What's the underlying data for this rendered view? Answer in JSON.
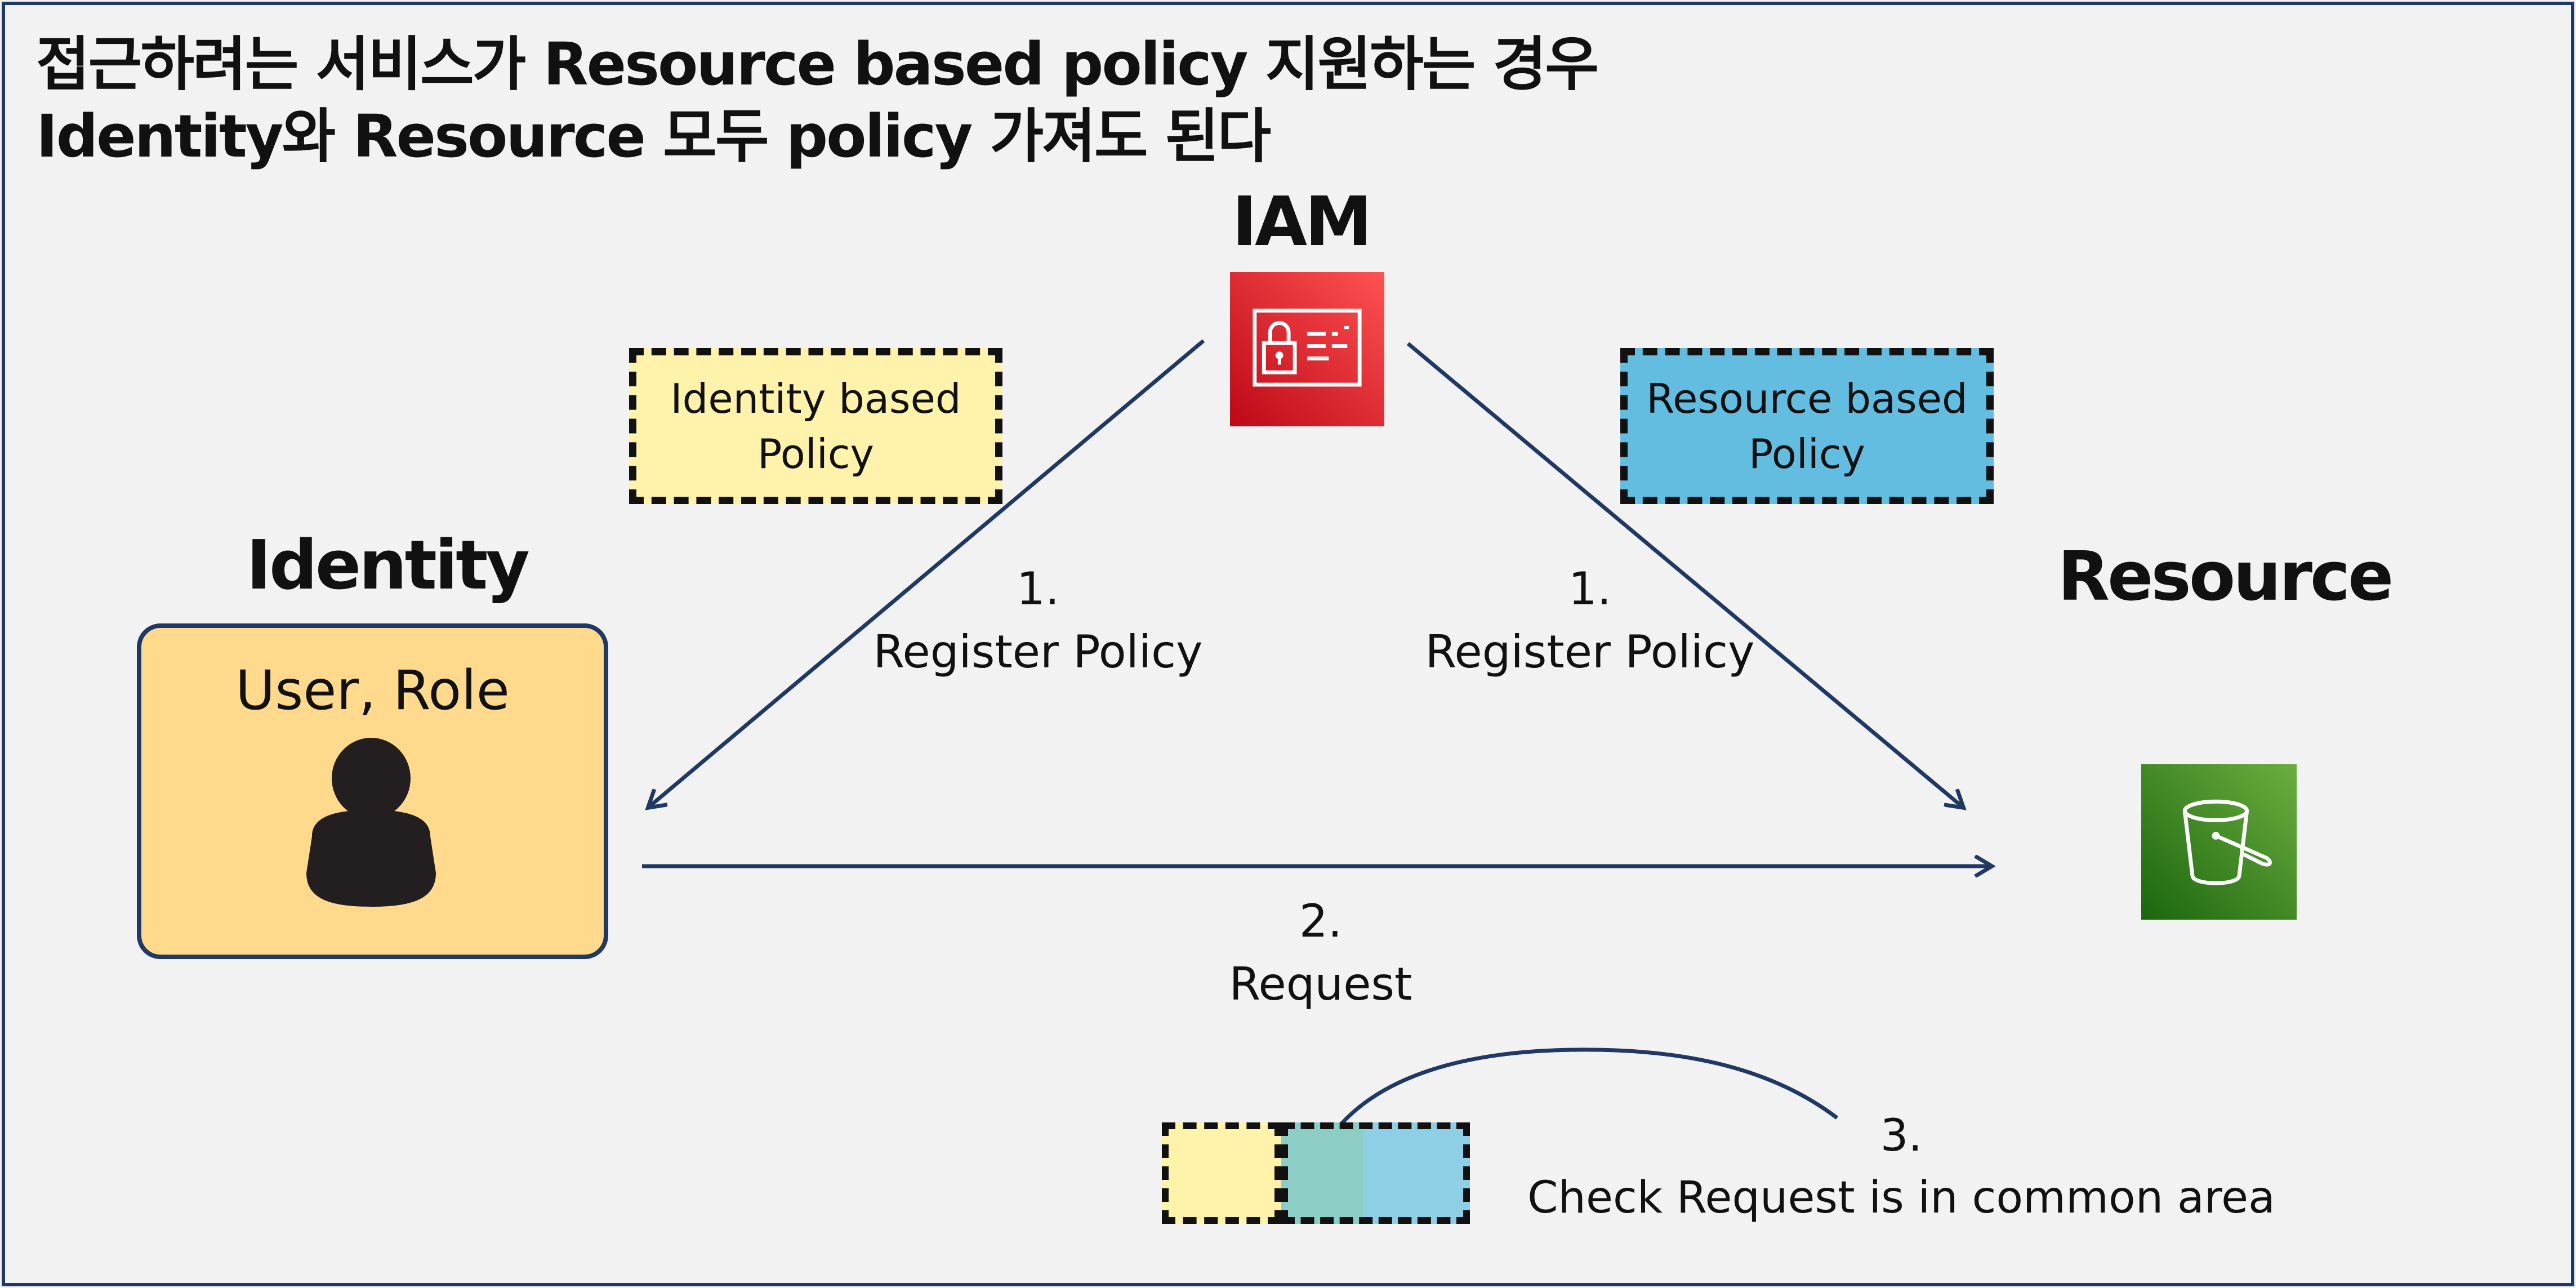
{
  "title": {
    "line1": "접근하려는 서비스가 Resource based policy 지원하는 경우",
    "line2": "Identity와 Resource 모두 policy 가져도 된다"
  },
  "headings": {
    "iam": "IAM",
    "identity": "Identity",
    "resource": "Resource"
  },
  "policies": {
    "identity": "Identity based\nPolicy",
    "resource": "Resource based\nPolicy"
  },
  "identity_card": {
    "label": "User, Role"
  },
  "steps": {
    "register_left": "1.\nRegister Policy",
    "register_right": "1.\nRegister Policy",
    "request": "2.\nRequest",
    "check": "3.\nCheck Request is in common area"
  },
  "colors": {
    "arrow": "#1f3864",
    "identity_policy": "#fff2ab",
    "resource_policy": "#63bde0",
    "identity_card": "#ffd98c",
    "iam_icon": "#dd344c",
    "s3_icon": "#3f8624"
  },
  "icons": {
    "iam": "iam-icon",
    "s3": "s3-bucket-icon",
    "user": "user-icon"
  }
}
